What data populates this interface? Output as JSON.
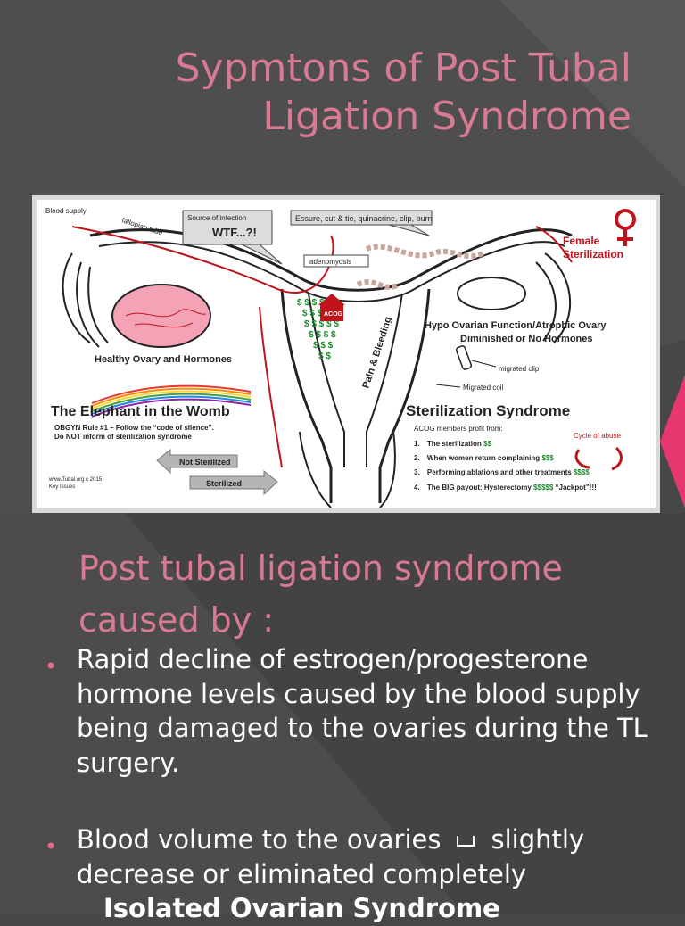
{
  "title": "Sypmtons of Post Tubal Ligation Syndrome",
  "diagram": {
    "blood_supply": "Blood supply",
    "fallopian_tube": "fallopian tube",
    "source_of_infection": "Source of infection",
    "wtf": "WTF...?!",
    "essure": "Essure, cut & tie, quinacrine, clip, burn",
    "adenomyosis": "adenomyosis",
    "acog_house": "ACOG",
    "female_sterilization_line1": "Female",
    "female_sterilization_line2": "Sterilization",
    "hypo_line1": "Hypo Ovarian Function/Atrophic Ovary",
    "hypo_line2": "Diminished or No Hormones",
    "healthy_ovary": "Healthy Ovary and Hormones",
    "pain_bleeding": "Pain & Bleeding",
    "migrated_clip": "migrated clip",
    "migrated_coil": "Migrated coil",
    "elephant": "The Elephant in the Womb",
    "obgyn_line1": "OBGYN Rule #1 – Follow the “code of silence”.",
    "obgyn_line2": "Do NOT inform of sterilization syndrome",
    "sterilization_syndrome": "Sterilization Syndrome",
    "acog_profit": "ACOG members profit from:",
    "cycle_of_abuse": "Cycle of abuse",
    "list": [
      {
        "num": "1.",
        "text": "The sterilization",
        "money": "$$"
      },
      {
        "num": "2.",
        "text": "When women return complaining",
        "money": "$$$"
      },
      {
        "num": "3.",
        "text": "Performing ablations and other treatments",
        "money": "$$$$"
      },
      {
        "num": "4.",
        "text": "The BIG payout:  Hysterectomy",
        "money": "$$$$$",
        "extra": "“Jackpot”!!!"
      }
    ],
    "not_sterilized": "Not Sterilized",
    "sterilized": "Sterilized",
    "credit_line1": "www.Tubal.org c 2015",
    "credit_line2": "Key Issues",
    "colors": {
      "text_red": "#c0141c",
      "money_green": "#1b8a2c",
      "ovary_pink": "#f4a3b6",
      "arrow_gray": "#b5b5b5"
    }
  },
  "subheading": "Post tubal ligation syndrome caused by :",
  "bullets": [
    {
      "text": "Rapid decline of estrogen/progesterone hormone levels caused by the blood supply being damaged to the ovaries during the TL surgery."
    },
    {
      "text_before": "Blood volume to the ovaries",
      "text_after": "slightly decrease or eliminated completely",
      "emphasis": "Isolated Ovarian Syndrome"
    }
  ],
  "colors": {
    "background": "#474747",
    "title_pink": "#d97a93",
    "bullet_dot": "#e86a8a",
    "accent": "#e6386f"
  }
}
